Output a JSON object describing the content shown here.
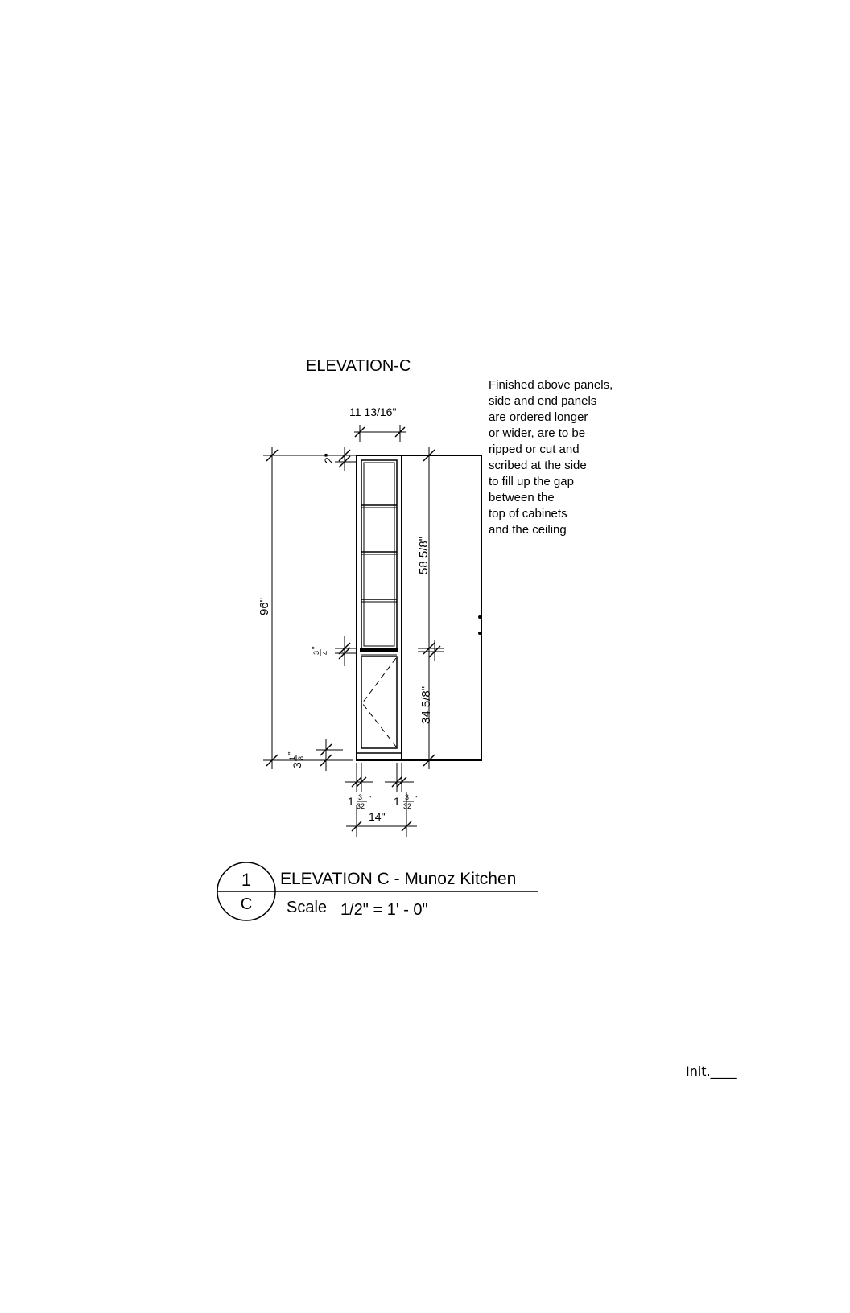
{
  "title": "ELEVATION-C",
  "note": [
    "Finished above panels,",
    "side and end panels",
    "are ordered longer",
    "or wider, are to be",
    "ripped  or cut  and",
    "scribed at the side",
    "to fill up the gap",
    "between the",
    "top of cabinets",
    "and the ceiling"
  ],
  "dimensions": {
    "top_width": "11 13/16\"",
    "top_rail": "2\"",
    "overall_height": "96\"",
    "upper_section": "58 5/8\"",
    "lower_section": "34 5/8\"",
    "shelf_thickness_num": "3",
    "shelf_thickness_den": "4",
    "shelf_thickness_unit": "\"",
    "toe_whole": "3",
    "toe_num": "1",
    "toe_den": "8",
    "toe_unit": "\"",
    "stile_left_whole": "1",
    "stile_left_num": "3",
    "stile_left_den": "32",
    "stile_left_unit": "\"",
    "stile_right_whole": "1",
    "stile_right_num": "3",
    "stile_right_den": "32",
    "stile_right_unit": "\"",
    "bottom_width": "14\""
  },
  "title_block": {
    "detail_number": "1",
    "sheet_letter": "C",
    "view_title": "ELEVATION C -  Munoz Kitchen",
    "scale_label": "Scale",
    "scale_value": "1/2\" = 1' - 0\""
  },
  "initials_label": "Init.____"
}
